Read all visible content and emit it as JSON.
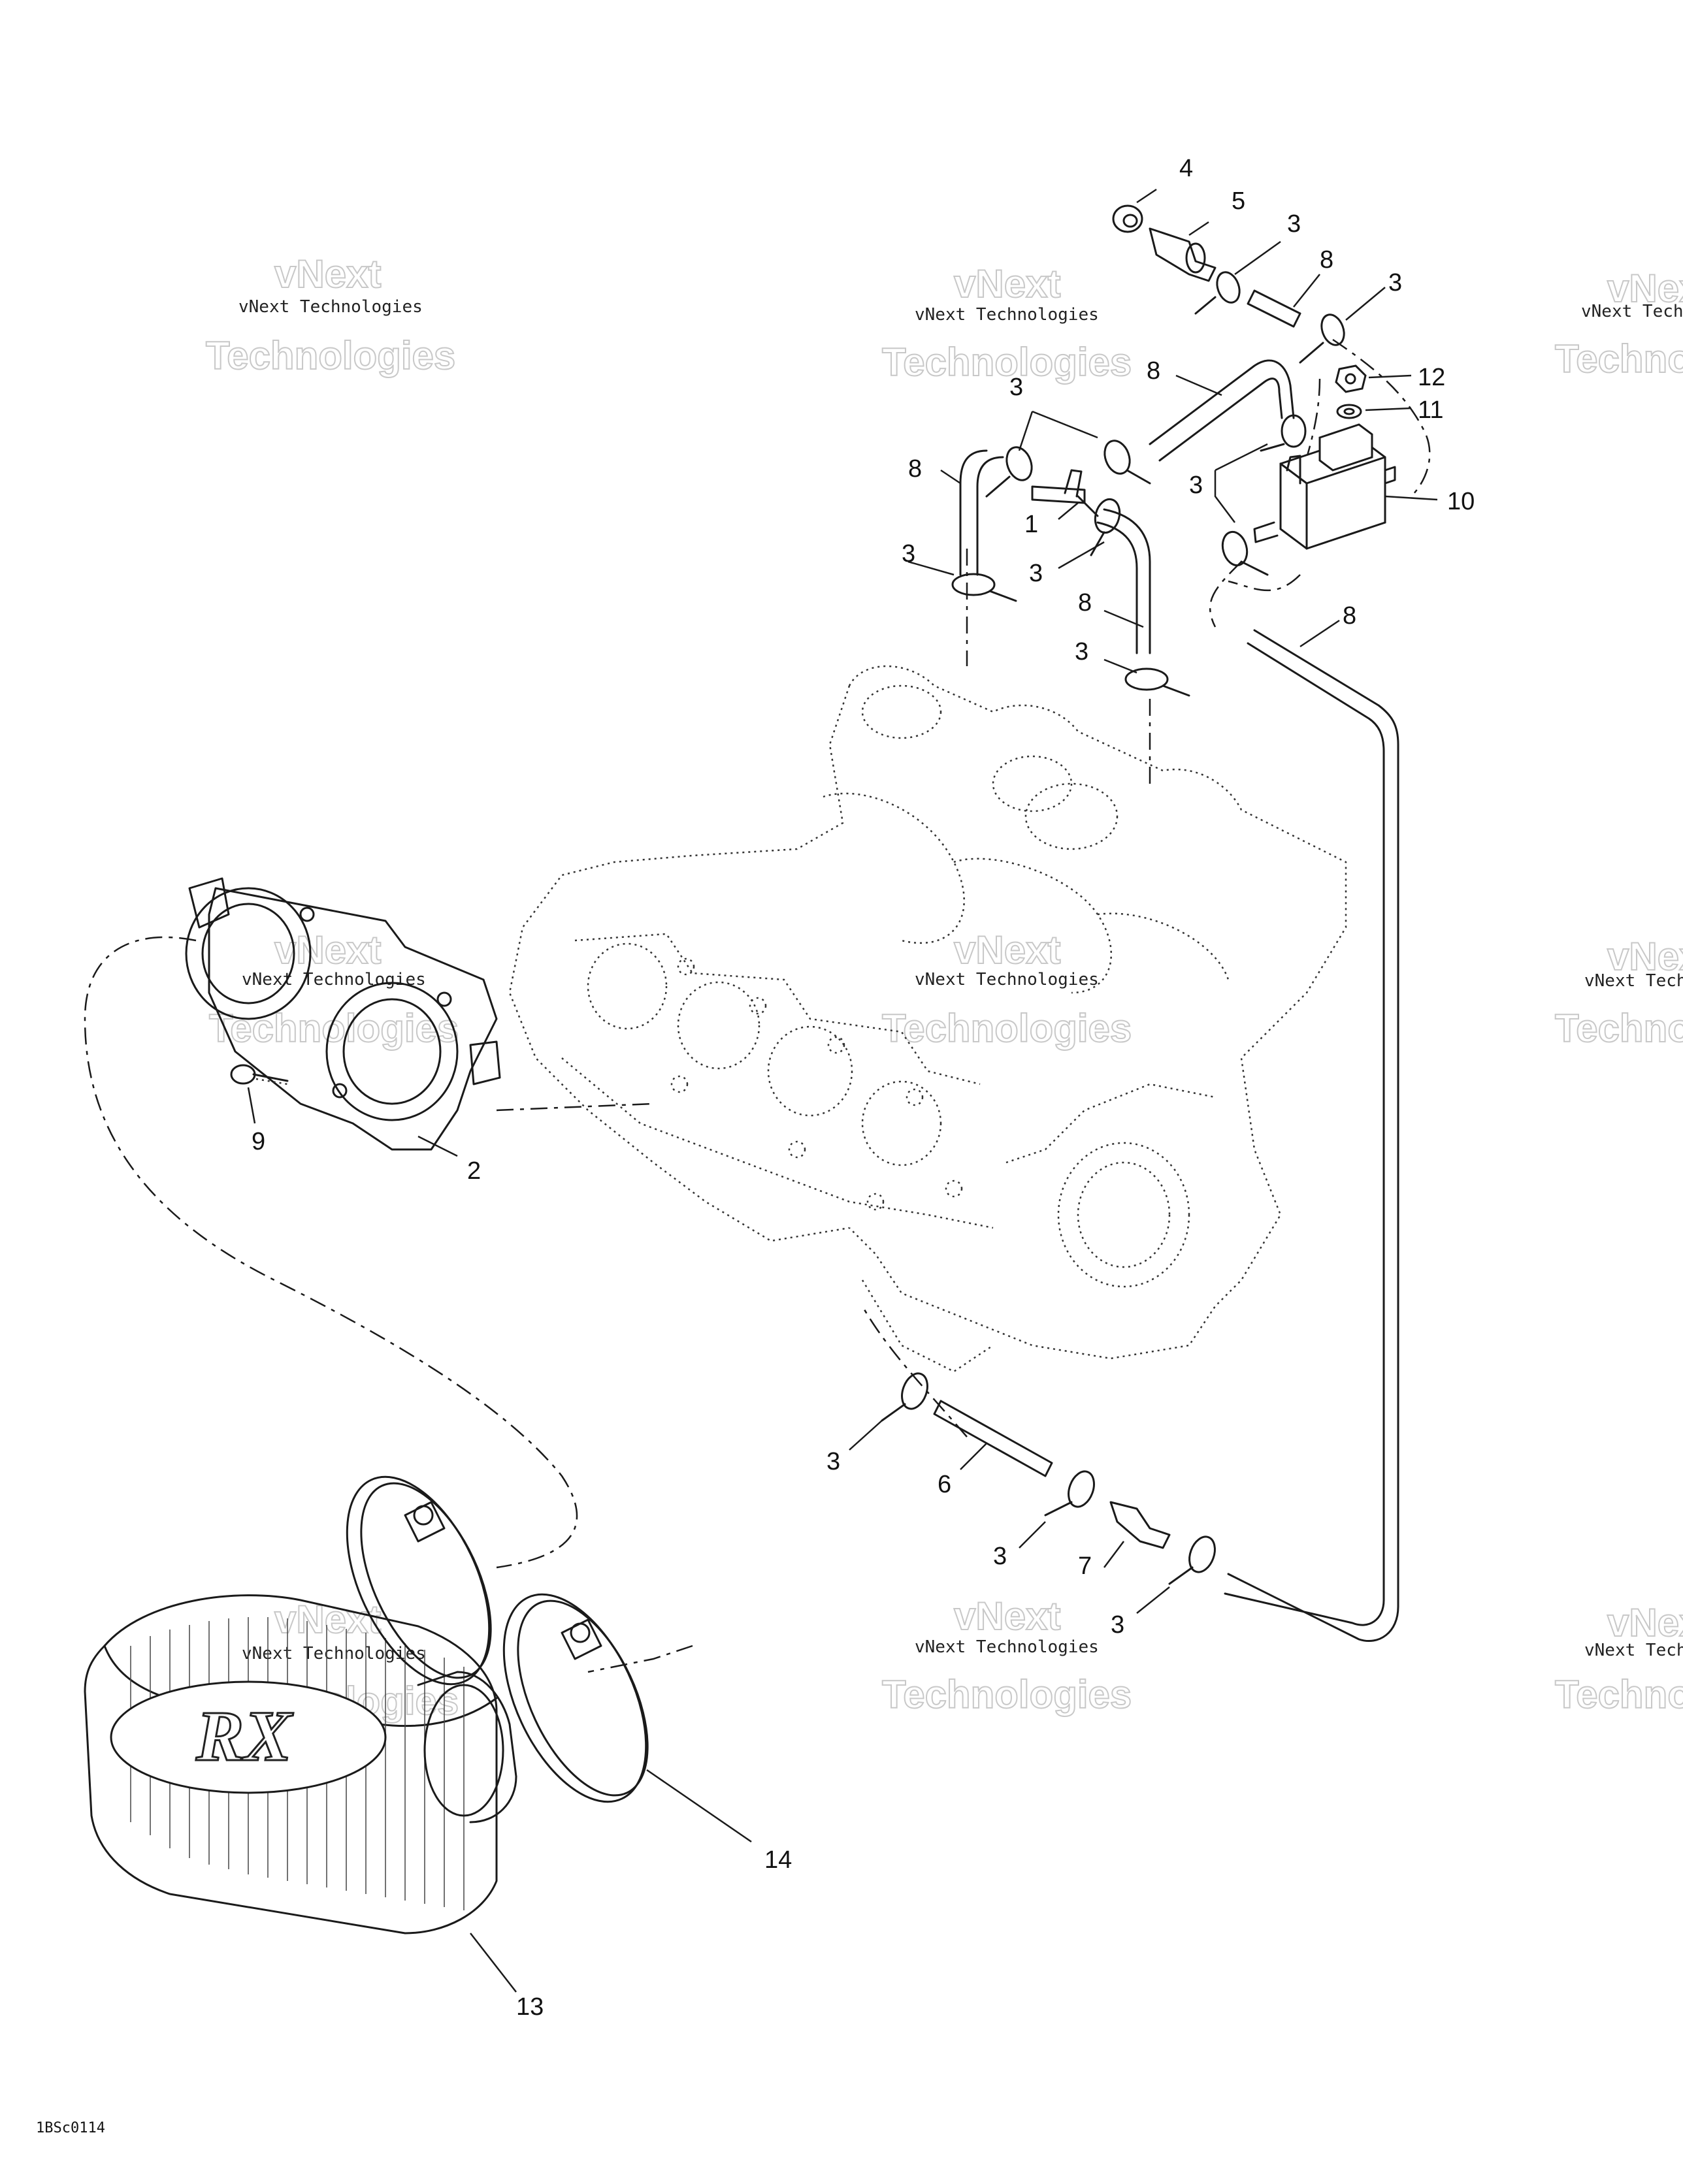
{
  "reference_code": "1BSc0114",
  "watermark": {
    "line1": "vNext",
    "line2": "vNext Technologies",
    "line3": "Technologies"
  },
  "filter_logo": "RX",
  "callouts": {
    "c4": "4",
    "c5": "5",
    "c3_top": "3",
    "c8_top": "8",
    "c3_topright": "3",
    "c12": "12",
    "c11": "11",
    "c10": "10",
    "c8_mid": "8",
    "c3_pair": "3",
    "c8_left": "8",
    "c1": "1",
    "c3_left": "3",
    "c3_center": "3",
    "c8_center": "8",
    "c3_below": "3",
    "c3_right": "3",
    "c8_right": "8",
    "c9": "9",
    "c2": "2",
    "c3_bottom_a": "3",
    "c6": "6",
    "c3_bottom_b": "3",
    "c7": "7",
    "c3_bottom_c": "3",
    "c14": "14",
    "c13": "13"
  }
}
